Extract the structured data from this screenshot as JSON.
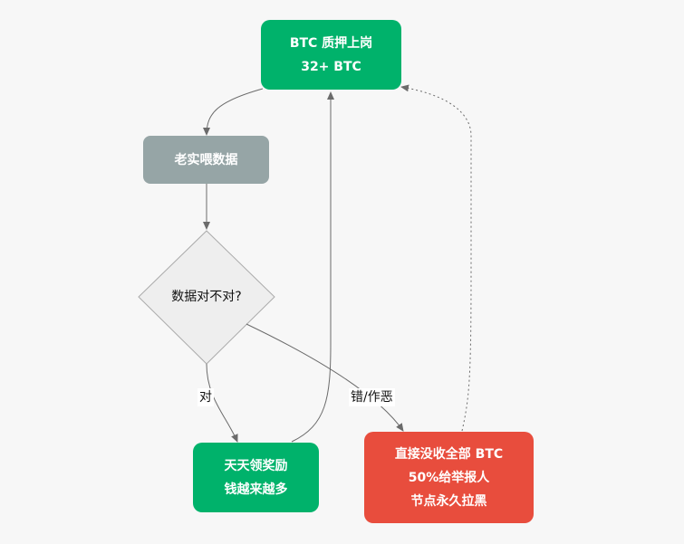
{
  "nodes": {
    "stake": {
      "line1": "BTC 质押上岗",
      "line2": "32+ BTC"
    },
    "feed": {
      "label": "老实喂数据"
    },
    "decision": {
      "label": "数据对不对?"
    },
    "reward": {
      "line1": "天天领奖励",
      "line2": "钱越来越多"
    },
    "slash": {
      "line1": "直接没收全部 BTC",
      "line2": "50%给举报人",
      "line3": "节点永久拉黑"
    }
  },
  "edges": {
    "correct_label": "对",
    "wrong_label": "错/作恶"
  },
  "colors": {
    "green": "#00b26b",
    "gray": "#96a5a6",
    "red": "#e84d3d",
    "diamond_fill": "#eeeeee",
    "edge": "#6b6b6b"
  }
}
